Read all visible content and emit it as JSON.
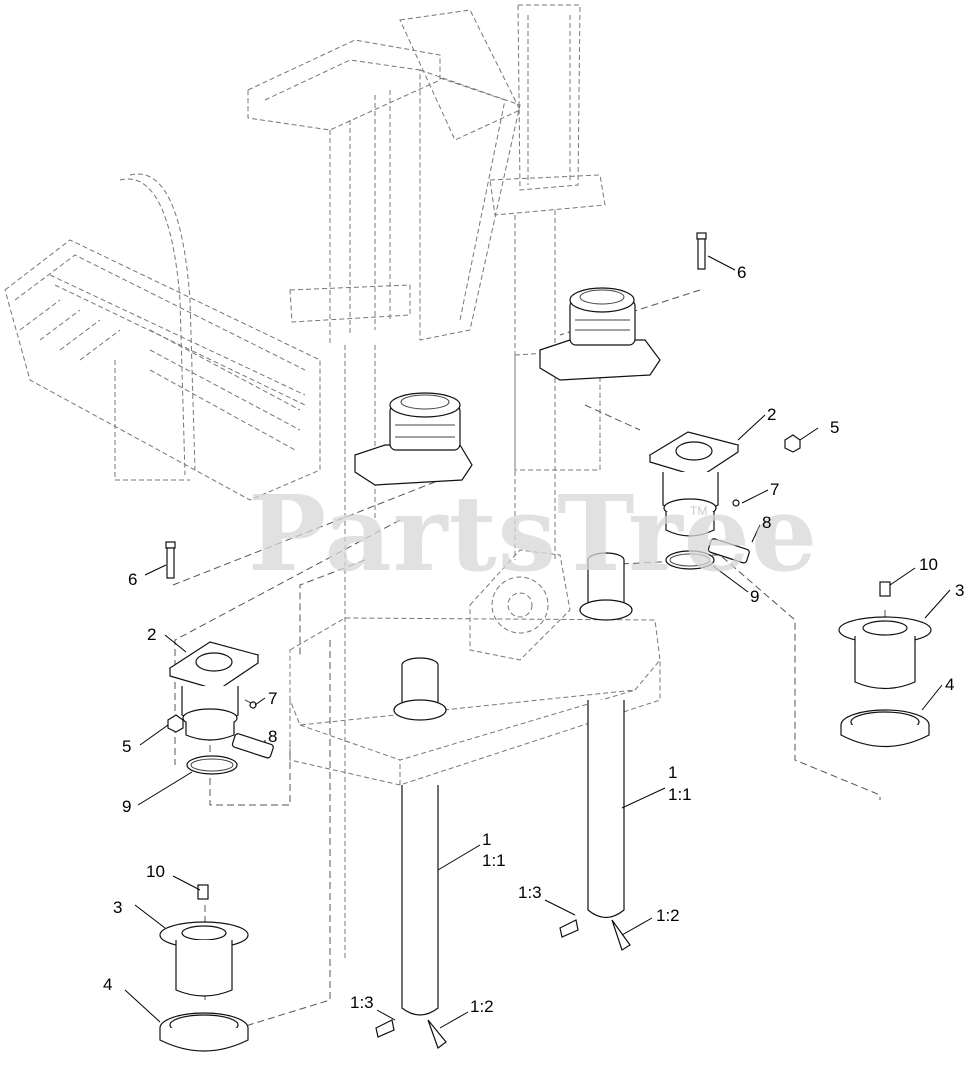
{
  "watermark": {
    "text": "PartsTree",
    "trademark": "TM"
  },
  "callouts": [
    {
      "id": "6-upper",
      "text": "6"
    },
    {
      "id": "2-upper",
      "text": "2"
    },
    {
      "id": "5-upper",
      "text": "5"
    },
    {
      "id": "7-upper",
      "text": "7"
    },
    {
      "id": "8-upper",
      "text": "8"
    },
    {
      "id": "9-upper",
      "text": "9"
    },
    {
      "id": "10-right",
      "text": "10"
    },
    {
      "id": "3-right",
      "text": "3"
    },
    {
      "id": "4-right",
      "text": "4"
    },
    {
      "id": "6-lower",
      "text": "6"
    },
    {
      "id": "2-lower",
      "text": "2"
    },
    {
      "id": "7-lower",
      "text": "7"
    },
    {
      "id": "5-lower",
      "text": "5"
    },
    {
      "id": "8-lower",
      "text": "8"
    },
    {
      "id": "9-lower",
      "text": "9"
    },
    {
      "id": "1-right",
      "text": "1"
    },
    {
      "id": "1-1-right",
      "text": "1:1"
    },
    {
      "id": "1-left",
      "text": "1"
    },
    {
      "id": "1-1-left",
      "text": "1:1"
    },
    {
      "id": "1-3-right",
      "text": "1:3"
    },
    {
      "id": "1-2-right",
      "text": "1:2"
    },
    {
      "id": "10-left",
      "text": "10"
    },
    {
      "id": "3-left",
      "text": "3"
    },
    {
      "id": "4-left",
      "text": "4"
    },
    {
      "id": "1-3-left",
      "text": "1:3"
    },
    {
      "id": "1-2-left",
      "text": "1:2"
    }
  ]
}
